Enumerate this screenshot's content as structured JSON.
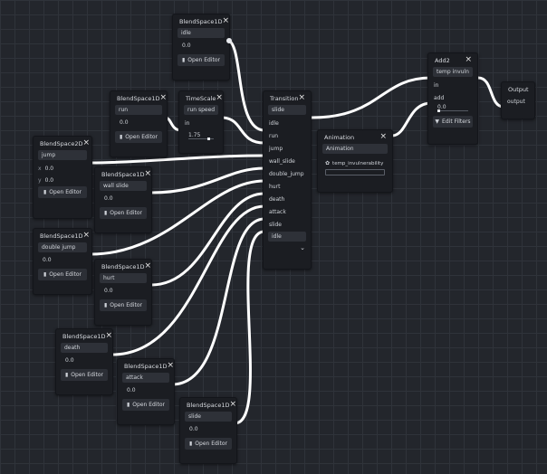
{
  "nodes": {
    "bs1d_idle": {
      "title": "BlendSpace1D",
      "anim": "idle",
      "value": "0.0",
      "button": "Open Editor"
    },
    "bs1d_run": {
      "title": "BlendSpace1D",
      "anim": "run",
      "value": "0.0",
      "button": "Open Editor"
    },
    "timescale": {
      "title": "TimeScale",
      "anim": "run speed",
      "in_label": "in",
      "value": "1.75",
      "slider_fraction": 0.5
    },
    "transition": {
      "title": "Transition",
      "current": "slide",
      "ports": [
        "idle",
        "run",
        "jump",
        "wall_slide",
        "double_jump",
        "hurt",
        "death",
        "attack",
        "slide"
      ],
      "selected": "idle"
    },
    "bs2d_jump": {
      "title": "BlendSpace2D",
      "anim": "jump",
      "x_label": "x",
      "x": "0.0",
      "y_label": "y",
      "y": "0.0",
      "button": "Open Editor"
    },
    "bs1d_wallslide": {
      "title": "BlendSpace1D",
      "anim": "wall slide",
      "value": "0.0",
      "button": "Open Editor"
    },
    "bs1d_doublejump": {
      "title": "BlendSpace1D",
      "anim": "double jump",
      "value": "0.0",
      "button": "Open Editor"
    },
    "bs1d_hurt": {
      "title": "BlendSpace1D",
      "anim": "hurt",
      "value": "0.0",
      "button": "Open Editor"
    },
    "bs1d_death": {
      "title": "BlendSpace1D",
      "anim": "death",
      "value": "0.0",
      "button": "Open Editor"
    },
    "bs1d_attack": {
      "title": "BlendSpace1D",
      "anim": "attack",
      "value": "0.0",
      "button": "Open Editor"
    },
    "bs1d_slide": {
      "title": "BlendSpace1D",
      "anim": "slide",
      "value": "0.0",
      "button": "Open Editor"
    },
    "animation": {
      "title": "Animation",
      "field": "Animation",
      "anim": "temp_invulnerability",
      "progress": 0
    },
    "add2": {
      "title": "Add2",
      "anim": "temp invuln",
      "in_label": "in",
      "add_label": "add",
      "value": "0.0",
      "button": "Edit Filters"
    },
    "output": {
      "title": "Output",
      "port": "output"
    }
  },
  "icons": {
    "editor": "script-icon",
    "animation": "animation-icon",
    "filter": "filter-icon",
    "close": "close-icon",
    "chevron": "chevron-down-icon"
  },
  "colors": {
    "background": "#23262c",
    "node": "#1b1d22",
    "wire": "#ffffff",
    "field": "#2e3138"
  }
}
